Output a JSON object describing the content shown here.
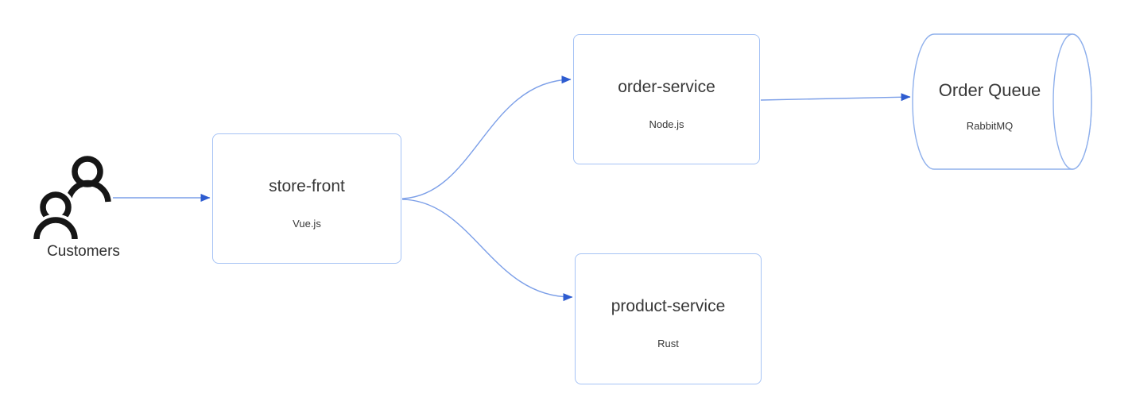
{
  "diagram": {
    "nodes": {
      "customers": {
        "label": "Customers"
      },
      "store_front": {
        "title": "store-front",
        "subtitle": "Vue.js"
      },
      "order_service": {
        "title": "order-service",
        "subtitle": "Node.js"
      },
      "product_service": {
        "title": "product-service",
        "subtitle": "Rust"
      },
      "order_queue": {
        "title": "Order Queue",
        "subtitle": "RabbitMQ"
      }
    },
    "edges": [
      {
        "from": "customers",
        "to": "store-front"
      },
      {
        "from": "store-front",
        "to": "order-service"
      },
      {
        "from": "store-front",
        "to": "product-service"
      },
      {
        "from": "order-service",
        "to": "order-queue"
      }
    ],
    "colors": {
      "node_border": "#a6c3f5",
      "edge_line": "#7c9fe8",
      "arrowhead": "#2e5cd0",
      "icon": "#161616",
      "text_primary": "#383838"
    }
  }
}
